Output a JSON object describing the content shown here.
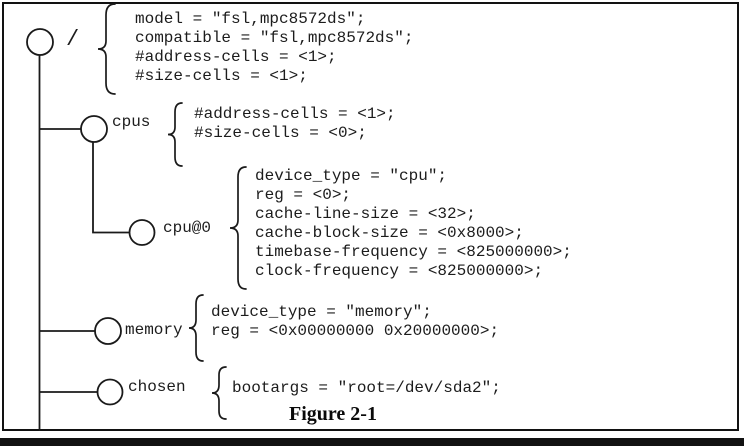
{
  "figure": {
    "caption": "Figure 2-1"
  },
  "tree": {
    "description": "device tree structure diagram",
    "nodes": [
      {
        "name": "root",
        "label": "/",
        "properties": [
          "model = \"fsl,mpc8572ds\";",
          "compatible = \"fsl,mpc8572ds\";",
          "#address-cells = <1>;",
          "#size-cells = <1>;"
        ]
      },
      {
        "name": "cpus",
        "label": "cpus",
        "properties": [
          "#address-cells = <1>;",
          "#size-cells = <0>;"
        ]
      },
      {
        "name": "cpu0",
        "label": "cpu@0",
        "properties": [
          "device_type = \"cpu\";",
          "reg = <0>;",
          "cache-line-size = <32>;",
          "cache-block-size = <0x8000>;",
          "timebase-frequency = <825000000>;",
          "clock-frequency = <825000000>;"
        ]
      },
      {
        "name": "memory",
        "label": "memory",
        "properties": [
          "device_type = \"memory\";",
          "reg = <0x00000000 0x20000000>;"
        ]
      },
      {
        "name": "chosen",
        "label": "chosen",
        "properties": [
          "bootargs = \"root=/dev/sda2\";"
        ]
      }
    ]
  }
}
